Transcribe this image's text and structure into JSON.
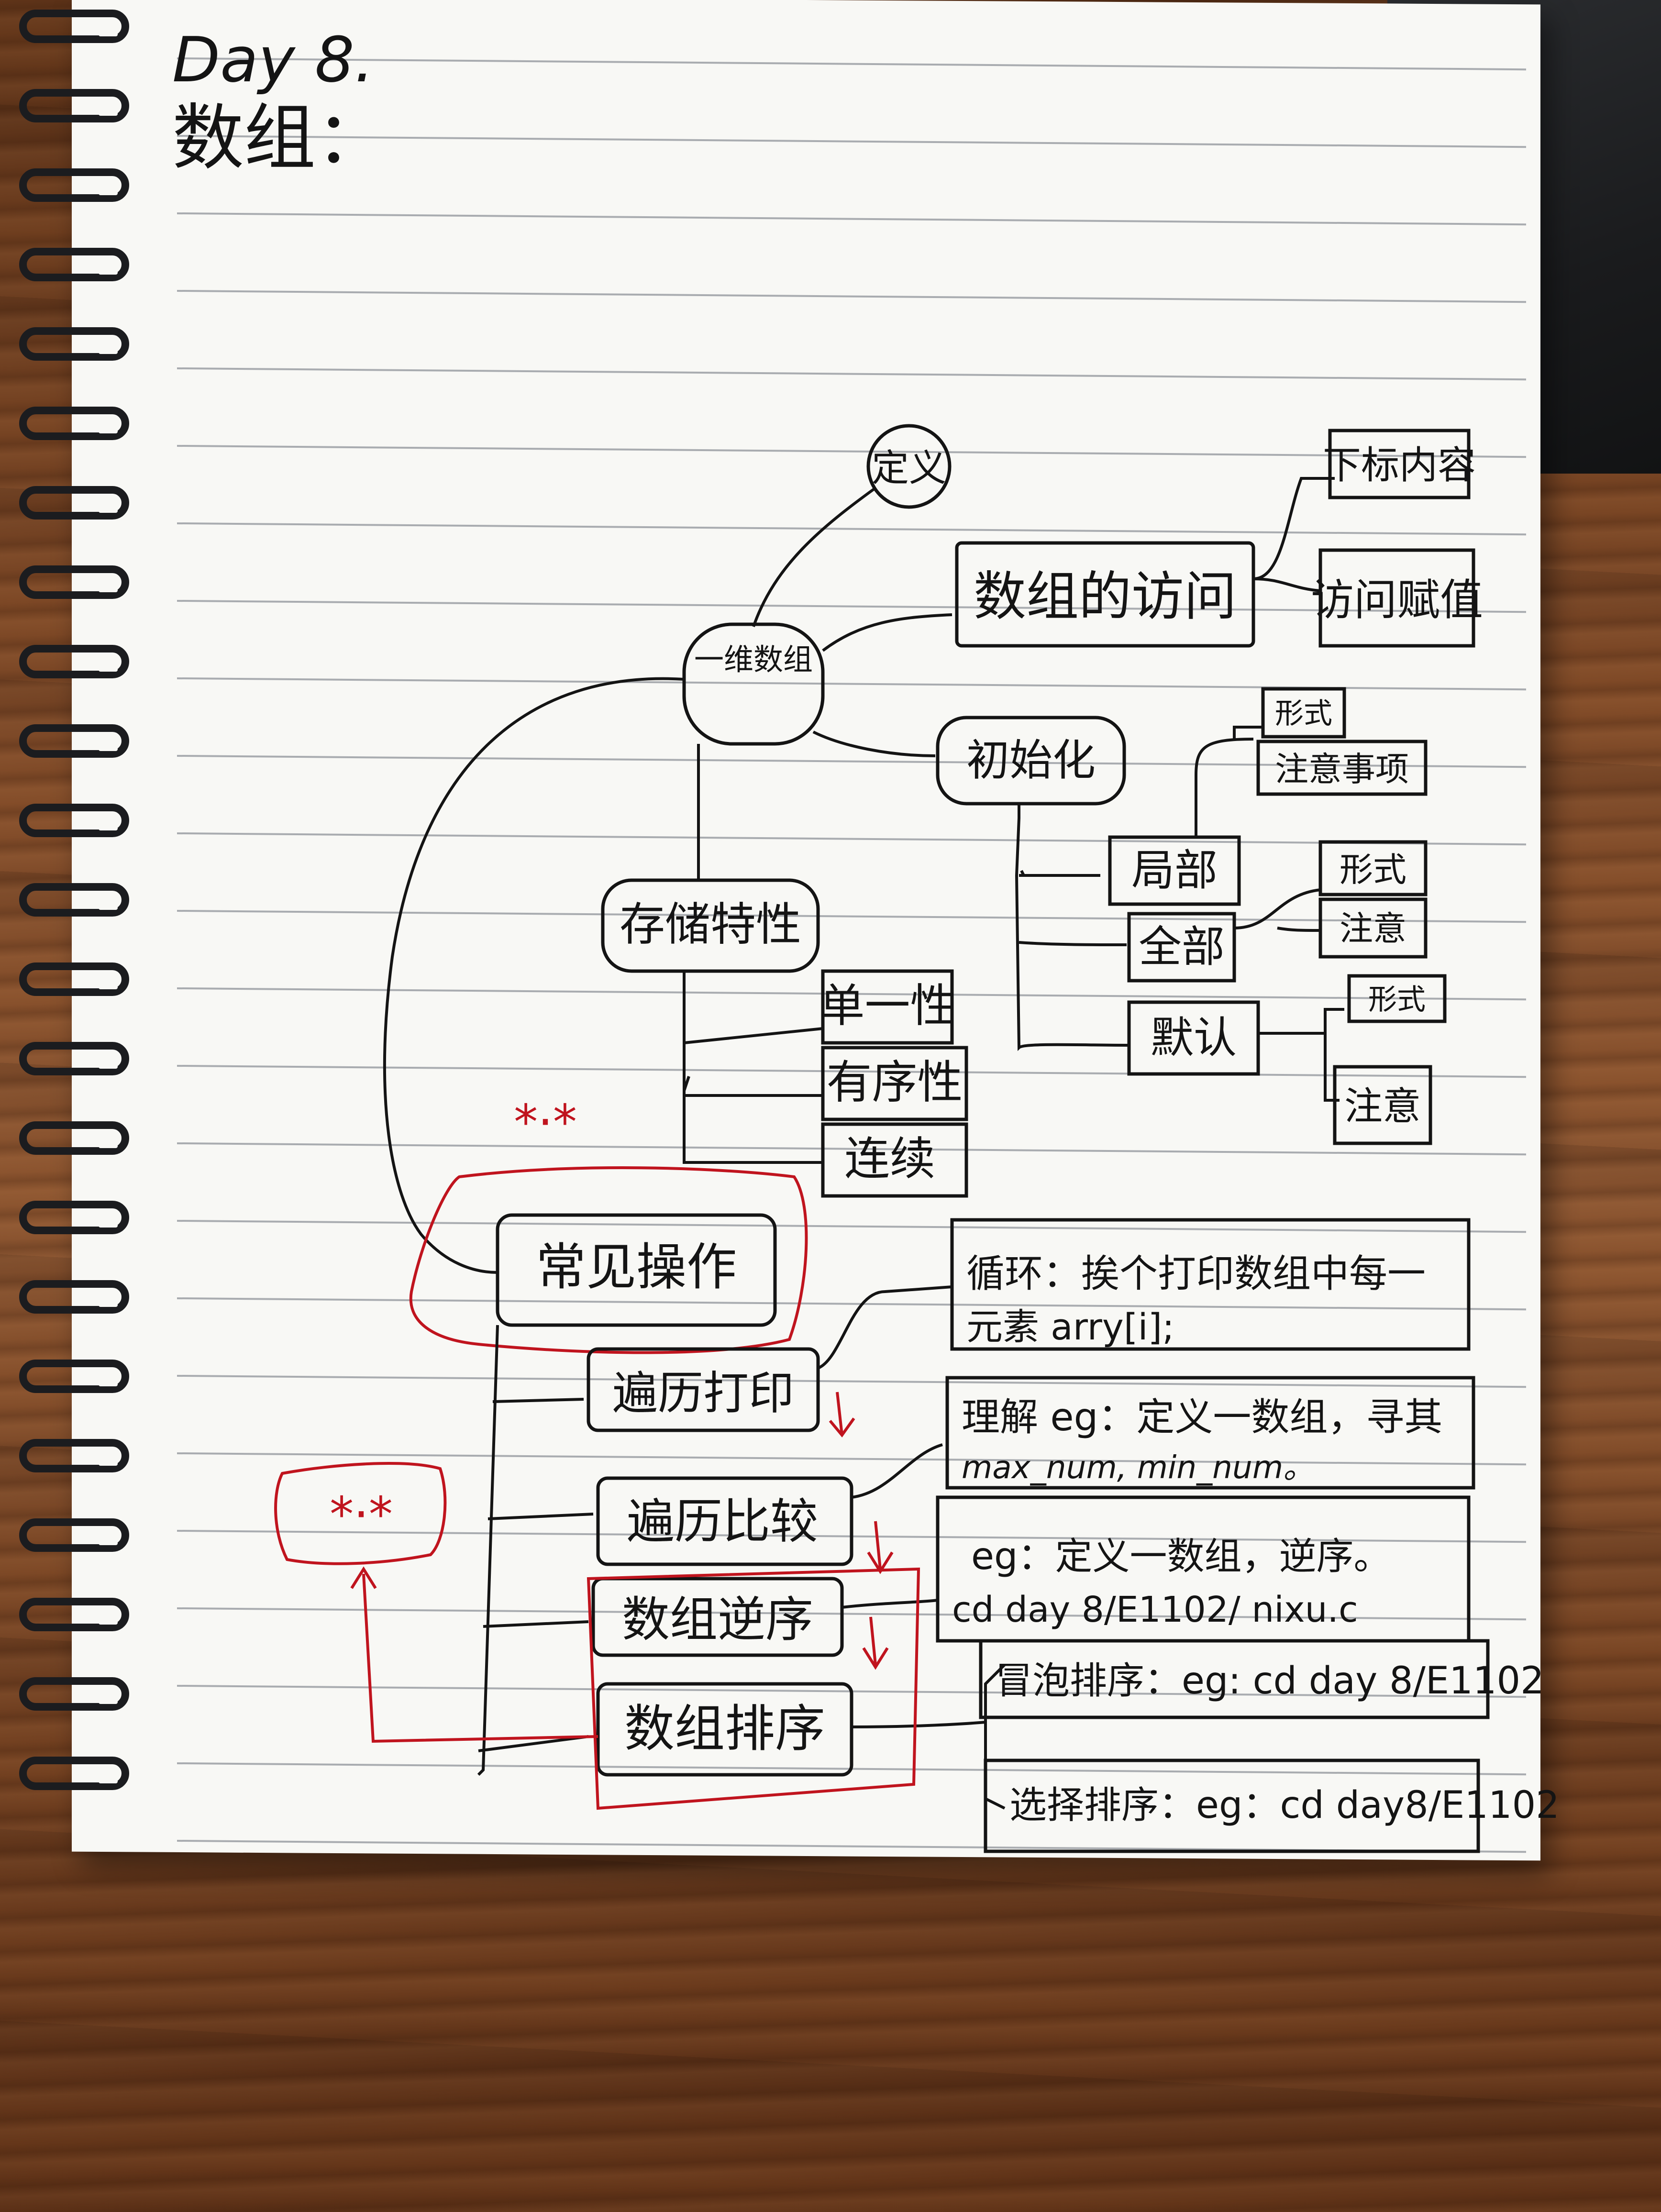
{
  "title": {
    "day": "Day 8.",
    "topic": "数组："
  },
  "mindmap": {
    "root": "一维数组",
    "definition": "定义",
    "access": {
      "label": "数组的访问",
      "children": [
        "下标内容",
        "访问赋值"
      ]
    },
    "init": {
      "label": "初始化",
      "partial": {
        "label": "局部",
        "children": [
          "形式",
          "注意事项"
        ]
      },
      "full": {
        "label": "全部",
        "children": [
          "形式",
          "注意"
        ]
      },
      "default": {
        "label": "默认",
        "children": [
          "形式",
          "注意"
        ]
      }
    },
    "storage": {
      "label": "存储特性",
      "children": [
        "单一性",
        "有序性",
        "连续"
      ]
    },
    "operations": {
      "label": "常见操作",
      "items": [
        {
          "label": "遍历打印",
          "note_line1": "循环：挨个打印数组中每一",
          "note_line2": "元素  arry[i];"
        },
        {
          "label": "遍历比较",
          "note_line1": "理解 eg：定义一数组，寻其",
          "note_line2": "max_num, min_num。"
        },
        {
          "label": "数组逆序",
          "note_line1": "eg：定义一数组，逆序。",
          "note_line2": "cd   day 8/E1102/ nixu.c"
        },
        {
          "label": "数组排序",
          "note_line1": "冒泡排序：eg: cd  day 8/E1102",
          "note_line2": "选择排序：eg：cd  day8/E1102"
        }
      ]
    },
    "stars_top": "*·*",
    "stars_left": "*·*"
  }
}
